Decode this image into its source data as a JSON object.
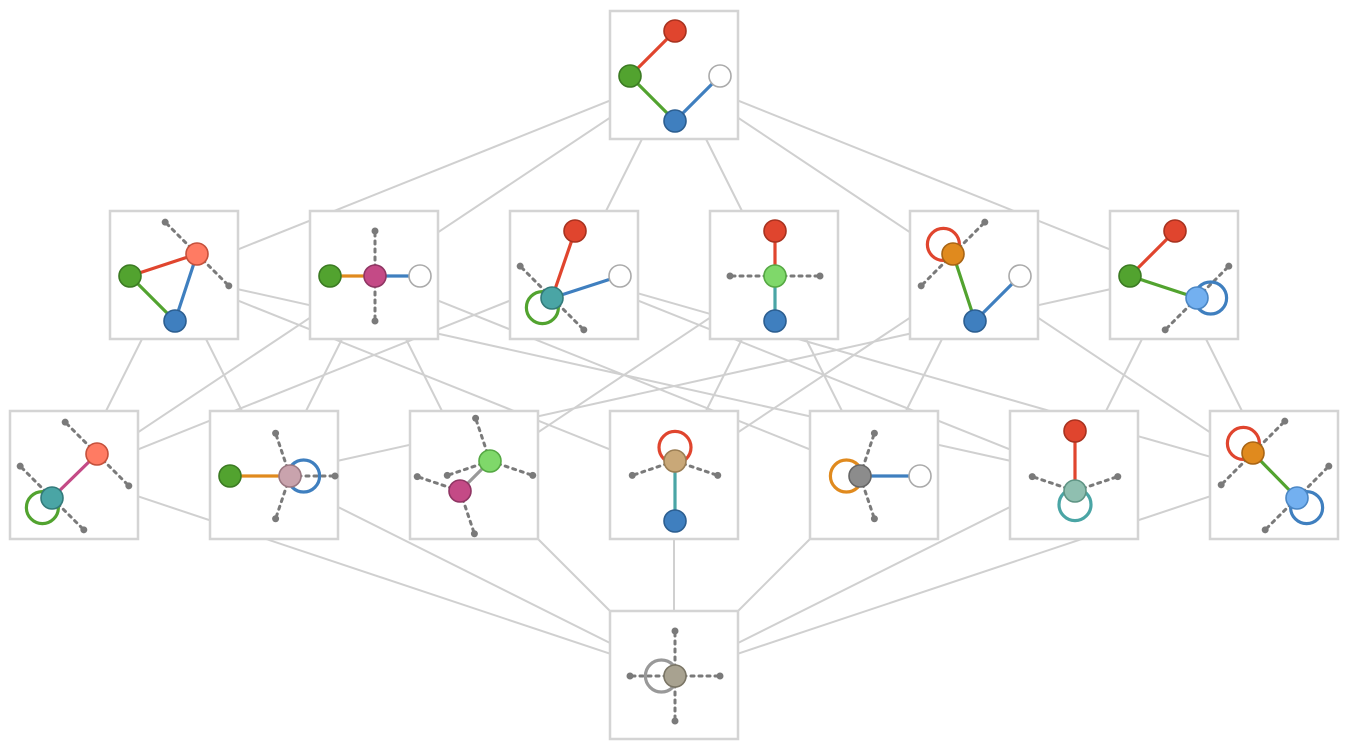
{
  "colors": {
    "frame": "#d4d4d4",
    "connector": "#d0d0d0",
    "stub": "#7a7a7a",
    "red": "#e0452e",
    "green": "#52a32f",
    "blue": "#3f7fbf",
    "orange": "#e08a1e",
    "pink": "#c44a86",
    "teal": "#4aa5a5",
    "grey": "#999999"
  },
  "lattice": {
    "levels": [
      [
        "top"
      ],
      [
        "a1",
        "a2",
        "a3",
        "a4",
        "a5",
        "a6"
      ],
      [
        "b1",
        "b2",
        "b3",
        "b4",
        "b5",
        "b6",
        "b7"
      ],
      [
        "bottom"
      ]
    ],
    "links": [
      [
        "top",
        "a1"
      ],
      [
        "top",
        "a2"
      ],
      [
        "top",
        "a3"
      ],
      [
        "top",
        "a4"
      ],
      [
        "top",
        "a5"
      ],
      [
        "top",
        "a6"
      ],
      [
        "a1",
        "b1"
      ],
      [
        "a1",
        "b2"
      ],
      [
        "a1",
        "b4"
      ],
      [
        "a1",
        "b6"
      ],
      [
        "a2",
        "b2"
      ],
      [
        "a2",
        "b3"
      ],
      [
        "a2",
        "b1"
      ],
      [
        "a2",
        "b5"
      ],
      [
        "a3",
        "b1"
      ],
      [
        "a3",
        "b7"
      ],
      [
        "a3",
        "b6"
      ],
      [
        "a4",
        "b3"
      ],
      [
        "a4",
        "b4"
      ],
      [
        "a4",
        "b5"
      ],
      [
        "a5",
        "b5"
      ],
      [
        "a5",
        "b7"
      ],
      [
        "a5",
        "b4"
      ],
      [
        "a6",
        "b6"
      ],
      [
        "a6",
        "b7"
      ],
      [
        "a6",
        "b2"
      ],
      [
        "b1",
        "bottom"
      ],
      [
        "b2",
        "bottom"
      ],
      [
        "b3",
        "bottom"
      ],
      [
        "b4",
        "bottom"
      ],
      [
        "b5",
        "bottom"
      ],
      [
        "b6",
        "bottom"
      ],
      [
        "b7",
        "bottom"
      ]
    ]
  },
  "graphs": {
    "top": {
      "vertices": [
        {
          "id": "v1",
          "fill": "#e0452e",
          "stroke": "#a8321f"
        },
        {
          "id": "v2",
          "fill": "#52a32f",
          "stroke": "#3b7a22"
        },
        {
          "id": "v3",
          "fill": "#3f7fbf",
          "stroke": "#2c5e90"
        },
        {
          "id": "v4",
          "fill": "#ffffff",
          "stroke": "#aaaaaa"
        }
      ],
      "edges": [
        {
          "from": "v2",
          "to": "v1",
          "color": "#e0452e"
        },
        {
          "from": "v2",
          "to": "v3",
          "color": "#52a32f"
        },
        {
          "from": "v3",
          "to": "v4",
          "color": "#3f7fbf"
        }
      ],
      "loops": [],
      "stubs": []
    },
    "a1": {
      "vertices": [
        {
          "id": "v1",
          "fill": "#ff7b63",
          "stroke": "#c4503b"
        },
        {
          "id": "v2",
          "fill": "#52a32f",
          "stroke": "#3b7a22"
        },
        {
          "id": "v3",
          "fill": "#3f7fbf",
          "stroke": "#2c5e90"
        }
      ],
      "edges": [
        {
          "from": "v2",
          "to": "v1",
          "color": "#e0452e"
        },
        {
          "from": "v2",
          "to": "v3",
          "color": "#52a32f"
        },
        {
          "from": "v1",
          "to": "v3",
          "color": "#3f7fbf"
        }
      ],
      "loops": [],
      "stubs": [
        {
          "at": "v1",
          "dir": "nw"
        },
        {
          "at": "v1",
          "dir": "se"
        }
      ]
    },
    "a2": {
      "vertices": [
        {
          "id": "v1",
          "fill": "#52a32f",
          "stroke": "#3b7a22"
        },
        {
          "id": "v2",
          "fill": "#c44a86",
          "stroke": "#8f3563"
        },
        {
          "id": "v3",
          "fill": "#ffffff",
          "stroke": "#aaaaaa"
        }
      ],
      "edges": [
        {
          "from": "v1",
          "to": "v2",
          "color": "#e08a1e"
        },
        {
          "from": "v2",
          "to": "v3",
          "color": "#3f7fbf"
        }
      ],
      "loops": [],
      "stubs": [
        {
          "at": "v2",
          "dir": "n"
        },
        {
          "at": "v2",
          "dir": "s"
        }
      ]
    },
    "a3": {
      "vertices": [
        {
          "id": "v1",
          "fill": "#e0452e",
          "stroke": "#a8321f"
        },
        {
          "id": "v2",
          "fill": "#4aa5a5",
          "stroke": "#327a7a"
        },
        {
          "id": "v3",
          "fill": "#ffffff",
          "stroke": "#aaaaaa"
        }
      ],
      "edges": [
        {
          "from": "v2",
          "to": "v1",
          "color": "#e0452e"
        },
        {
          "from": "v2",
          "to": "v3",
          "color": "#3f7fbf"
        }
      ],
      "loops": [
        {
          "at": "v2",
          "dir": "sw",
          "color": "#52a32f"
        }
      ],
      "stubs": [
        {
          "at": "v2",
          "dir": "nw"
        },
        {
          "at": "v2",
          "dir": "se"
        }
      ]
    },
    "a4": {
      "vertices": [
        {
          "id": "v1",
          "fill": "#e0452e",
          "stroke": "#a8321f"
        },
        {
          "id": "v2",
          "fill": "#7fd86a",
          "stroke": "#55a843"
        },
        {
          "id": "v3",
          "fill": "#3f7fbf",
          "stroke": "#2c5e90"
        }
      ],
      "edges": [
        {
          "from": "v1",
          "to": "v2",
          "color": "#e0452e"
        },
        {
          "from": "v2",
          "to": "v3",
          "color": "#4aa5a5"
        }
      ],
      "loops": [],
      "stubs": [
        {
          "at": "v2",
          "dir": "w"
        },
        {
          "at": "v2",
          "dir": "e"
        }
      ]
    },
    "a5": {
      "vertices": [
        {
          "id": "v1",
          "fill": "#e08a1e",
          "stroke": "#a86414"
        },
        {
          "id": "v2",
          "fill": "#3f7fbf",
          "stroke": "#2c5e90"
        },
        {
          "id": "v3",
          "fill": "#ffffff",
          "stroke": "#aaaaaa"
        }
      ],
      "edges": [
        {
          "from": "v1",
          "to": "v2",
          "color": "#52a32f"
        },
        {
          "from": "v2",
          "to": "v3",
          "color": "#3f7fbf"
        }
      ],
      "loops": [
        {
          "at": "v1",
          "dir": "nw",
          "color": "#e0452e"
        }
      ],
      "stubs": [
        {
          "at": "v1",
          "dir": "ne"
        },
        {
          "at": "v1",
          "dir": "sw"
        }
      ]
    },
    "a6": {
      "vertices": [
        {
          "id": "v1",
          "fill": "#e0452e",
          "stroke": "#a8321f"
        },
        {
          "id": "v2",
          "fill": "#52a32f",
          "stroke": "#3b7a22"
        },
        {
          "id": "v3",
          "fill": "#73b0f0",
          "stroke": "#4a86c4"
        }
      ],
      "edges": [
        {
          "from": "v2",
          "to": "v1",
          "color": "#e0452e"
        },
        {
          "from": "v2",
          "to": "v3",
          "color": "#52a32f"
        }
      ],
      "loops": [
        {
          "at": "v3",
          "dir": "e",
          "color": "#3f7fbf"
        }
      ],
      "stubs": [
        {
          "at": "v3",
          "dir": "ne"
        },
        {
          "at": "v3",
          "dir": "sw"
        }
      ]
    },
    "b1": {
      "vertices": [
        {
          "id": "v1",
          "fill": "#ff7b63",
          "stroke": "#c4503b"
        },
        {
          "id": "v2",
          "fill": "#4aa5a5",
          "stroke": "#327a7a"
        }
      ],
      "edges": [
        {
          "from": "v2",
          "to": "v1",
          "color": "#c44a86"
        }
      ],
      "loops": [
        {
          "at": "v2",
          "dir": "sw",
          "color": "#52a32f"
        }
      ],
      "stubs": [
        {
          "at": "v1",
          "dir": "nw"
        },
        {
          "at": "v1",
          "dir": "se"
        },
        {
          "at": "v2",
          "dir": "nw"
        },
        {
          "at": "v2",
          "dir": "se"
        }
      ]
    },
    "b2": {
      "vertices": [
        {
          "id": "v1",
          "fill": "#52a32f",
          "stroke": "#3b7a22"
        },
        {
          "id": "v2",
          "fill": "#c9a3ad",
          "stroke": "#9a7781"
        }
      ],
      "edges": [
        {
          "from": "v1",
          "to": "v2",
          "color": "#e08a1e"
        }
      ],
      "loops": [
        {
          "at": "v2",
          "dir": "e",
          "color": "#3f7fbf"
        }
      ],
      "stubs": [
        {
          "at": "v2",
          "dir": "nnw"
        },
        {
          "at": "v2",
          "dir": "ssw"
        },
        {
          "at": "v2",
          "dir": "e"
        }
      ]
    },
    "b3": {
      "vertices": [
        {
          "id": "v1",
          "fill": "#7fd86a",
          "stroke": "#55a843"
        },
        {
          "id": "v2",
          "fill": "#c44a86",
          "stroke": "#8f3563"
        }
      ],
      "edges": [
        {
          "from": "v1",
          "to": "v2",
          "color": "#999999"
        }
      ],
      "loops": [],
      "stubs": [
        {
          "at": "v1",
          "dir": "nnw"
        },
        {
          "at": "v1",
          "dir": "ese"
        },
        {
          "at": "v1",
          "dir": "wsw"
        },
        {
          "at": "v2",
          "dir": "sse"
        },
        {
          "at": "v2",
          "dir": "wnw"
        }
      ]
    },
    "b4": {
      "vertices": [
        {
          "id": "v1",
          "fill": "#c9a878",
          "stroke": "#9a7d53"
        },
        {
          "id": "v2",
          "fill": "#3f7fbf",
          "stroke": "#2c5e90"
        }
      ],
      "edges": [
        {
          "from": "v1",
          "to": "v2",
          "color": "#4aa5a5"
        }
      ],
      "loops": [
        {
          "at": "v1",
          "dir": "n",
          "color": "#e0452e"
        }
      ],
      "stubs": [
        {
          "at": "v1",
          "dir": "wsw"
        },
        {
          "at": "v1",
          "dir": "ese"
        }
      ]
    },
    "b5": {
      "vertices": [
        {
          "id": "v1",
          "fill": "#8c8c8c",
          "stroke": "#666666"
        },
        {
          "id": "v2",
          "fill": "#ffffff",
          "stroke": "#aaaaaa"
        }
      ],
      "edges": [
        {
          "from": "v1",
          "to": "v2",
          "color": "#3f7fbf"
        }
      ],
      "loops": [
        {
          "at": "v1",
          "dir": "w",
          "color": "#e08a1e"
        }
      ],
      "stubs": [
        {
          "at": "v1",
          "dir": "nne"
        },
        {
          "at": "v1",
          "dir": "sse"
        }
      ]
    },
    "b6": {
      "vertices": [
        {
          "id": "v1",
          "fill": "#e0452e",
          "stroke": "#a8321f"
        },
        {
          "id": "v2",
          "fill": "#8fbfb0",
          "stroke": "#5e9484"
        }
      ],
      "edges": [
        {
          "from": "v1",
          "to": "v2",
          "color": "#e0452e"
        }
      ],
      "loops": [
        {
          "at": "v2",
          "dir": "s",
          "color": "#4aa5a5"
        }
      ],
      "stubs": [
        {
          "at": "v2",
          "dir": "wnw"
        },
        {
          "at": "v2",
          "dir": "ene"
        }
      ]
    },
    "b7": {
      "vertices": [
        {
          "id": "v1",
          "fill": "#e08a1e",
          "stroke": "#a86414"
        },
        {
          "id": "v2",
          "fill": "#73b0f0",
          "stroke": "#4a86c4"
        }
      ],
      "edges": [
        {
          "from": "v1",
          "to": "v2",
          "color": "#52a32f"
        }
      ],
      "loops": [
        {
          "at": "v1",
          "dir": "nw",
          "color": "#e0452e"
        },
        {
          "at": "v2",
          "dir": "se",
          "color": "#3f7fbf"
        }
      ],
      "stubs": [
        {
          "at": "v1",
          "dir": "ne"
        },
        {
          "at": "v1",
          "dir": "sw"
        },
        {
          "at": "v2",
          "dir": "ne"
        },
        {
          "at": "v2",
          "dir": "sw"
        }
      ]
    },
    "bottom": {
      "vertices": [
        {
          "id": "v1",
          "fill": "#a8a290",
          "stroke": "#7a7565"
        }
      ],
      "edges": [],
      "loops": [
        {
          "at": "v1",
          "dir": "w",
          "color": "#999999"
        }
      ],
      "stubs": [
        {
          "at": "v1",
          "dir": "n"
        },
        {
          "at": "v1",
          "dir": "s"
        },
        {
          "at": "v1",
          "dir": "w"
        },
        {
          "at": "v1",
          "dir": "e"
        }
      ]
    }
  }
}
